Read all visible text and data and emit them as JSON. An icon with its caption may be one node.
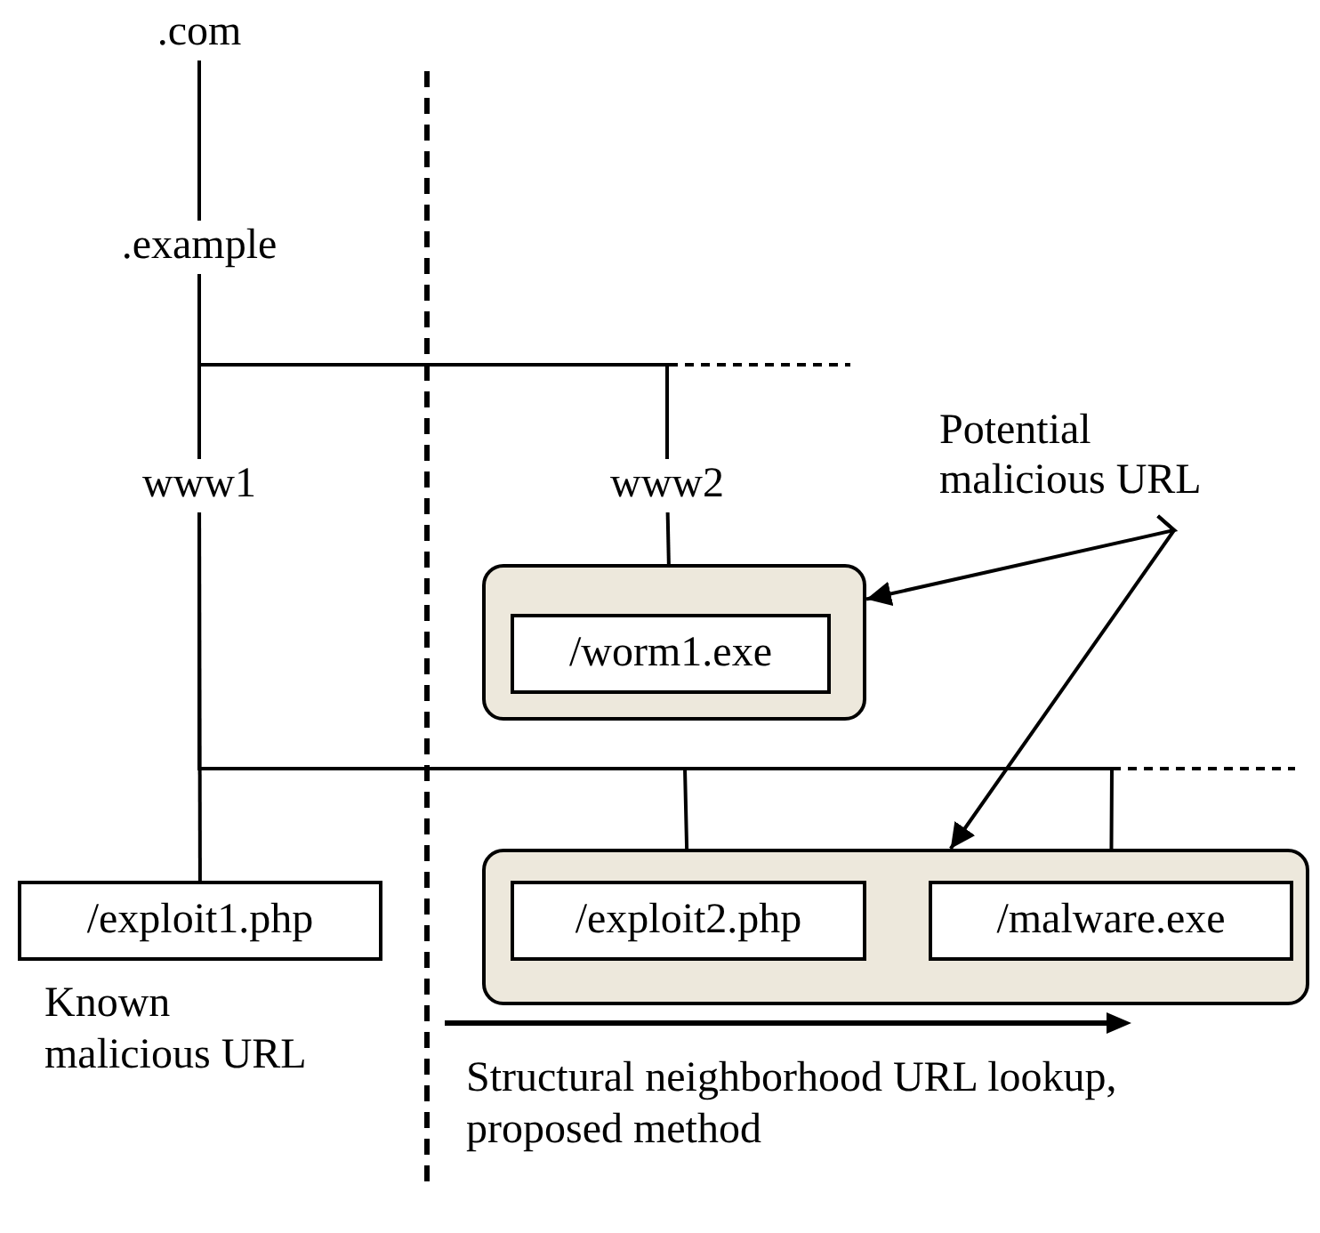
{
  "diagram": {
    "nodes": [
      {
        "text": [
          ".com"
        ]
      },
      {
        "text": [
          ".example"
        ]
      },
      {
        "text": [
          "www1"
        ]
      },
      {
        "text": [
          "www2"
        ]
      },
      {
        "text": [],
        "shape": "box"
      },
      {
        "text": [
          "/worm1.exe"
        ],
        "in": 4
      },
      {
        "text": [
          "/exploit1.php"
        ],
        "beside": [
          "Known malicious URL"
        ]
      },
      {
        "text": [],
        "shape": "box"
      },
      {
        "text": [
          "/exploit2.php"
        ],
        "in": 7
      },
      {
        "text": [
          "/malware.exe"
        ],
        "in": 7
      },
      {
        "text": [
          "Potential malicious URL"
        ]
      }
    ],
    "edges": [
      {
        "from": 0,
        "to": 1,
        "arrow": "none"
      },
      {
        "from": 1,
        "to": 2,
        "arrow": "none"
      },
      {
        "from": 1,
        "to": 3,
        "arrow": "none"
      },
      {
        "from": 1,
        "to": null,
        "arrow": "none",
        "style": "dashed"
      },
      {
        "from": 3,
        "to": 5,
        "arrow": "none"
      },
      {
        "from": 2,
        "to": 6,
        "arrow": "none"
      },
      {
        "from": 2,
        "to": 8,
        "arrow": "none"
      },
      {
        "from": 2,
        "to": 9,
        "arrow": "none"
      },
      {
        "from": 2,
        "to": null,
        "arrow": "none",
        "style": "dashed"
      },
      {
        "from": 10,
        "to": 4,
        "arrow": "to"
      },
      {
        "from": 10,
        "to": 7,
        "arrow": "to"
      }
    ],
    "labels": [
      "Structural neighborhood URL lookup, proposed method"
    ]
  }
}
